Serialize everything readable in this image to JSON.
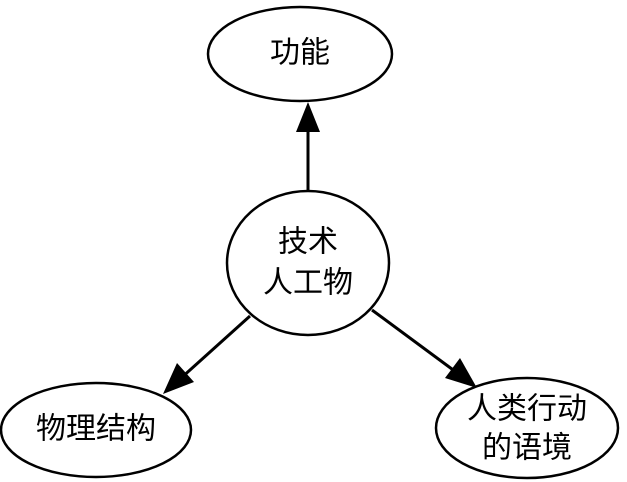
{
  "diagram": {
    "center": {
      "line1": "技术",
      "line2": "人工物"
    },
    "top": {
      "label": "功能"
    },
    "left": {
      "label": "物理结构"
    },
    "right": {
      "line1": "人类行动",
      "line2": "的语境"
    }
  },
  "colors": {
    "stroke": "#000000",
    "fill": "#ffffff",
    "text": "#000000"
  }
}
